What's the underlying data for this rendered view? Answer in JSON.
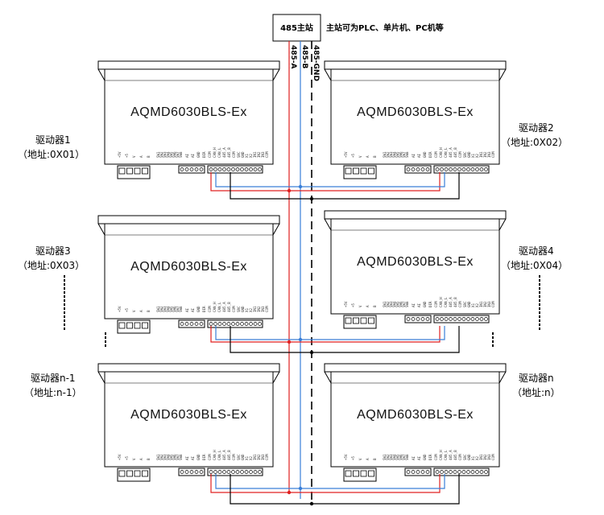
{
  "master": {
    "label": "485主站",
    "note": "主站可为PLC、单片机、PC机等"
  },
  "bus": {
    "a_label": "485-A",
    "b_label": "485-B",
    "gnd_label": "485-GND",
    "colors": {
      "a": "#e02020",
      "b": "#3a7fd8",
      "gnd": "#000000"
    }
  },
  "drivers": [
    {
      "model": "AQMD6030BLS-Ex",
      "name": "驱动器1",
      "addr": "（地址:0X01）"
    },
    {
      "model": "AQMD6030BLS-Ex",
      "name": "驱动器2",
      "addr": "（地址:0X02）"
    },
    {
      "model": "AQMD6030BLS-Ex",
      "name": "驱动器3",
      "addr": "（地址:0X03）"
    },
    {
      "model": "AQMD6030BLS-Ex",
      "name": "驱动器4",
      "addr": "（地址:0X04）"
    },
    {
      "model": "AQMD6030BLS-Ex",
      "name": "驱动器n-1",
      "addr": "（地址:n-1）"
    },
    {
      "model": "AQMD6030BLS-Ex",
      "name": "驱动器n",
      "addr": "（地址:n）"
    }
  ],
  "pins": {
    "small": [
      "+5V",
      "+5",
      "V",
      "A",
      "B"
    ],
    "mid": [
      "SW1",
      "SW2",
      "SW3",
      "SW4",
      "SW5",
      "SW6",
      "SW7",
      "SW8"
    ],
    "io": [
      "AI",
      "AI",
      "GND",
      "DIR",
      "COM"
    ],
    "rs": [
      "CAN_H",
      "CAN_L",
      "485_A",
      "485_B",
      "COM"
    ],
    "right": [
      "SRC",
      "GND",
      "X1",
      "X2",
      "IN1",
      "IN2",
      "IN3",
      "COM"
    ]
  }
}
